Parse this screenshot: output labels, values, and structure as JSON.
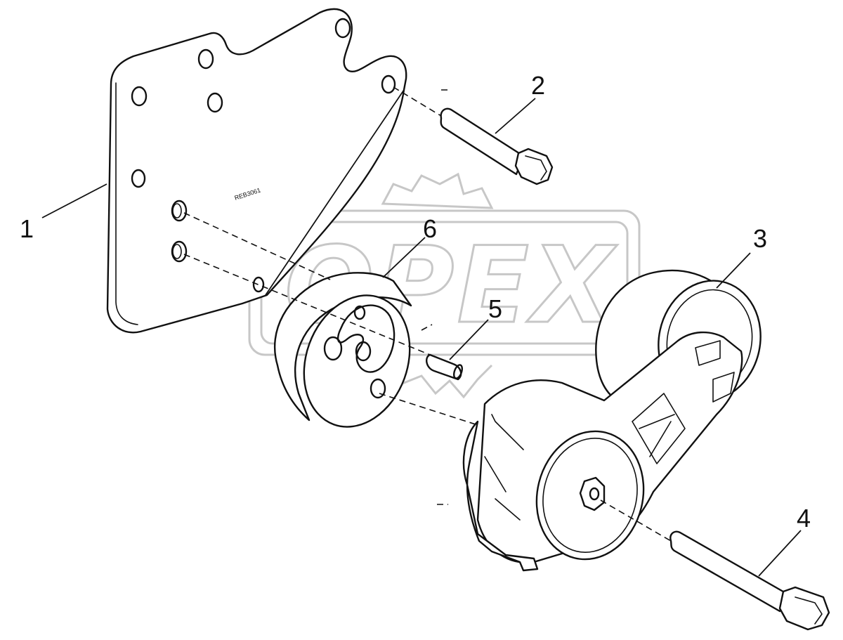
{
  "diagram": {
    "callouts": [
      {
        "id": "1",
        "label": "1"
      },
      {
        "id": "2",
        "label": "2"
      },
      {
        "id": "3",
        "label": "3"
      },
      {
        "id": "4",
        "label": "4"
      },
      {
        "id": "5",
        "label": "5"
      },
      {
        "id": "6",
        "label": "6"
      }
    ],
    "plate_marking": "REB3061",
    "watermark_text": "OPEX",
    "colors": {
      "line": "#111111",
      "watermark": "#c7c7c7",
      "background": "#ffffff"
    }
  }
}
